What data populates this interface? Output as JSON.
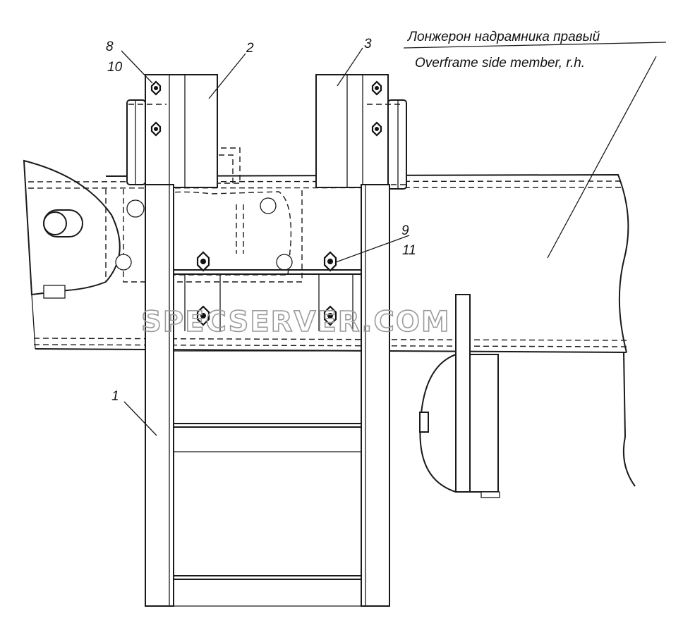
{
  "callouts": {
    "c1": "1",
    "c2": "2",
    "c3": "3",
    "c8": "8",
    "c10": "10",
    "c9": "9",
    "c11": "11"
  },
  "annotation": {
    "ru": "Лонжерон надрамника правый",
    "en": "Overframe side member, r.h."
  },
  "watermark": "SPECSERVER.COM"
}
